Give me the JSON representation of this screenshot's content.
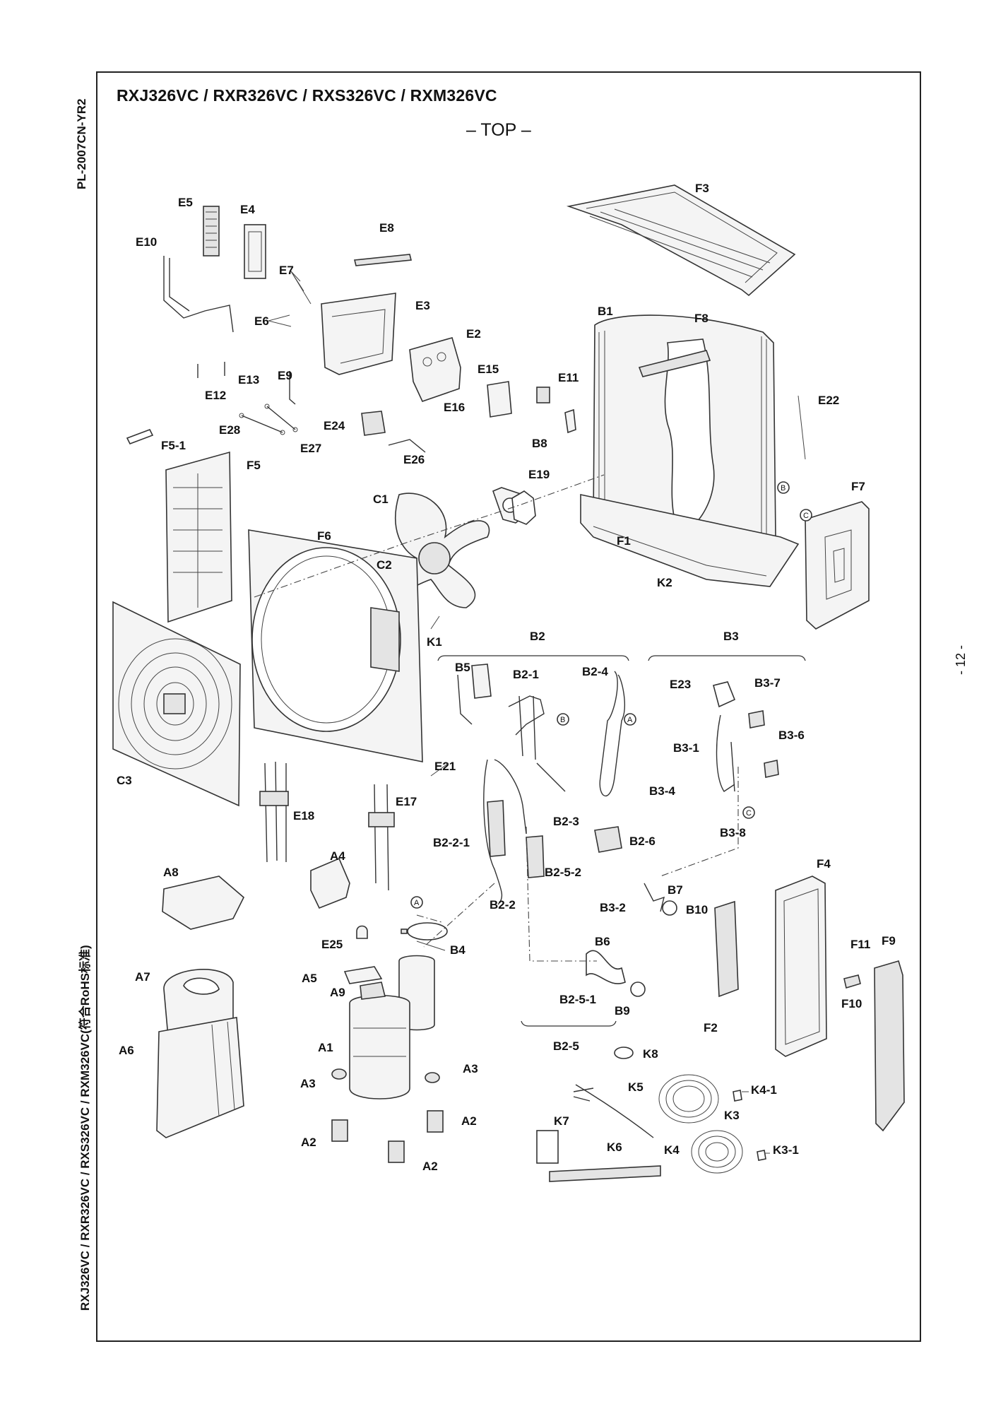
{
  "document": {
    "code": "PL-2007CN-YR2",
    "title": "RXJ326VC / RXR326VC / RXS326VC / RXM326VC",
    "view": "– TOP –",
    "side_models": "RXJ326VC / RXR326VC / RXS326VC / RXM326VC(符合RoHS标准)",
    "page_number": "- 12 -"
  },
  "labels": {
    "E5": "E5",
    "E4": "E4",
    "E10": "E10",
    "E8": "E8",
    "F3": "F3",
    "E7": "E7",
    "E6": "E6",
    "E3": "E3",
    "B1": "B1",
    "F8": "F8",
    "E2": "E2",
    "E15": "E15",
    "E11": "E11",
    "E9": "E9",
    "E13": "E13",
    "E12": "E12",
    "E16": "E16",
    "E22": "E22",
    "E28": "E28",
    "E24": "E24",
    "F5_1": "F5-1",
    "E27": "E27",
    "B8": "B8",
    "E26": "E26",
    "F5": "F5",
    "E19": "E19",
    "C1": "C1",
    "F7": "F7",
    "F1": "F1",
    "F6": "F6",
    "C2": "C2",
    "K2": "K2",
    "K1": "K1",
    "B2": "B2",
    "B3": "B3",
    "B5": "B5",
    "B2_1": "B2-1",
    "B2_4": "B2-4",
    "E23": "E23",
    "B3_7": "B3-7",
    "B3_1": "B3-1",
    "B3_6": "B3-6",
    "E21": "E21",
    "C3": "C3",
    "B3_4": "B3-4",
    "E17": "E17",
    "E18": "E18",
    "B2_3": "B2-3",
    "B2_2_1": "B2-2-1",
    "B2_6": "B2-6",
    "B3_8": "B3-8",
    "A4": "A4",
    "B2_5_2": "B2-5-2",
    "A8": "A8",
    "F4": "F4",
    "B7": "B7",
    "B2_2": "B2-2",
    "B3_2": "B3-2",
    "B10": "B10",
    "B4": "B4",
    "E25": "E25",
    "B6": "B6",
    "F11": "F11",
    "F9": "F9",
    "A7": "A7",
    "A5": "A5",
    "A9": "A9",
    "B2_5_1": "B2-5-1",
    "F10": "F10",
    "B9": "B9",
    "F2": "F2",
    "A1": "A1",
    "A6": "A6",
    "B2_5": "B2-5",
    "K8": "K8",
    "A3a": "A3",
    "A3b": "A3",
    "K5": "K5",
    "K4_1": "K4-1",
    "K3": "K3",
    "A2a": "A2",
    "A2b": "A2",
    "K7": "K7",
    "A2c": "A2",
    "K6": "K6",
    "K4": "K4",
    "K3_1": "K3-1"
  },
  "markers": {
    "A": "A",
    "B": "B",
    "C": "C"
  }
}
